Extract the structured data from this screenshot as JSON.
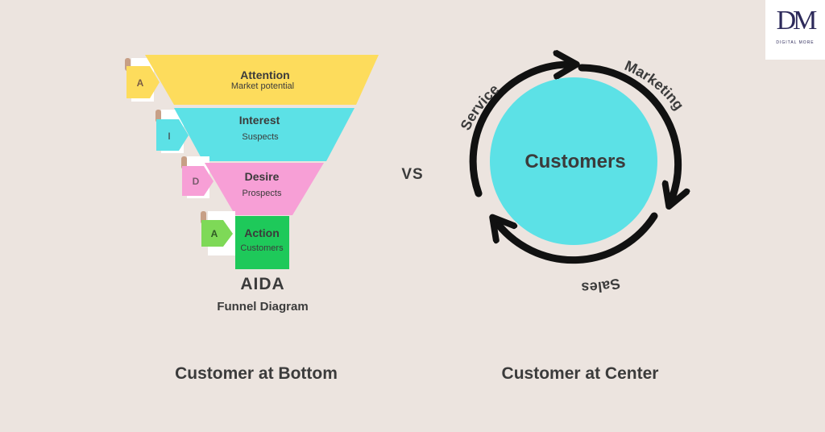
{
  "funnel": {
    "stages": [
      {
        "letter": "A",
        "title": "Attention",
        "subtitle": "Market potential",
        "color": "#fddc5c",
        "tab_color": "#fddc5c"
      },
      {
        "letter": "I",
        "title": "Interest",
        "subtitle": "Suspects",
        "color": "#5ce1e6",
        "tab_color": "#5ce1e6"
      },
      {
        "letter": "D",
        "title": "Desire",
        "subtitle": "Prospects",
        "color": "#f79fd6",
        "tab_color": "#f79fd6"
      },
      {
        "letter": "A",
        "title": "Action",
        "subtitle": "Customers",
        "color": "#1ec95a",
        "tab_color": "#7ed957"
      }
    ],
    "title": "AIDA",
    "subtitle": "Funnel Diagram",
    "caption": "Customer at Bottom"
  },
  "vs_label": "VS",
  "cycle": {
    "center_label": "Customers",
    "center_color": "#5ce1e6",
    "arc_labels": [
      "Service",
      "Marketing",
      "Sales"
    ],
    "caption": "Customer at Center"
  },
  "logo": {
    "mark": "DM",
    "text": "DIGITAL MORE"
  }
}
